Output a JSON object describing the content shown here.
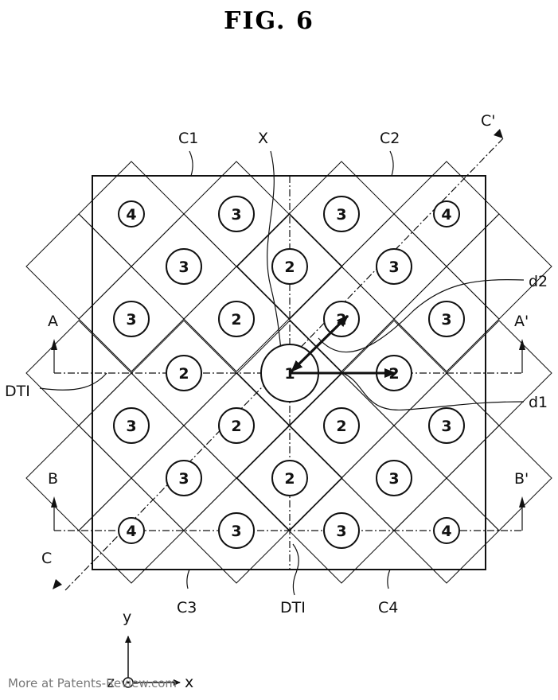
{
  "figure": {
    "title": "FIG. 6",
    "watermark": "More at Patents-Review.com"
  },
  "labels": {
    "C1": "C1",
    "C2": "C2",
    "C3": "C3",
    "C4": "C4",
    "X": "X",
    "C_prime": "C'",
    "C": "C",
    "A": "A",
    "A_prime": "A'",
    "B": "B",
    "B_prime": "B'",
    "d1": "d1",
    "d2": "d2",
    "DTI_left": "DTI",
    "DTI_bottom": "DTI"
  },
  "axes": {
    "y": "y",
    "x": "x",
    "z": "z"
  },
  "pixel_rows": [
    [
      "4",
      "3",
      "3",
      "4"
    ],
    [
      "3",
      "2",
      "3"
    ],
    [
      "3",
      "2",
      "2",
      "3"
    ],
    [
      "2",
      "1",
      "2"
    ],
    [
      "3",
      "2",
      "2",
      "3"
    ],
    [
      "3",
      "2",
      "3"
    ],
    [
      "4",
      "3",
      "3",
      "4"
    ]
  ]
}
